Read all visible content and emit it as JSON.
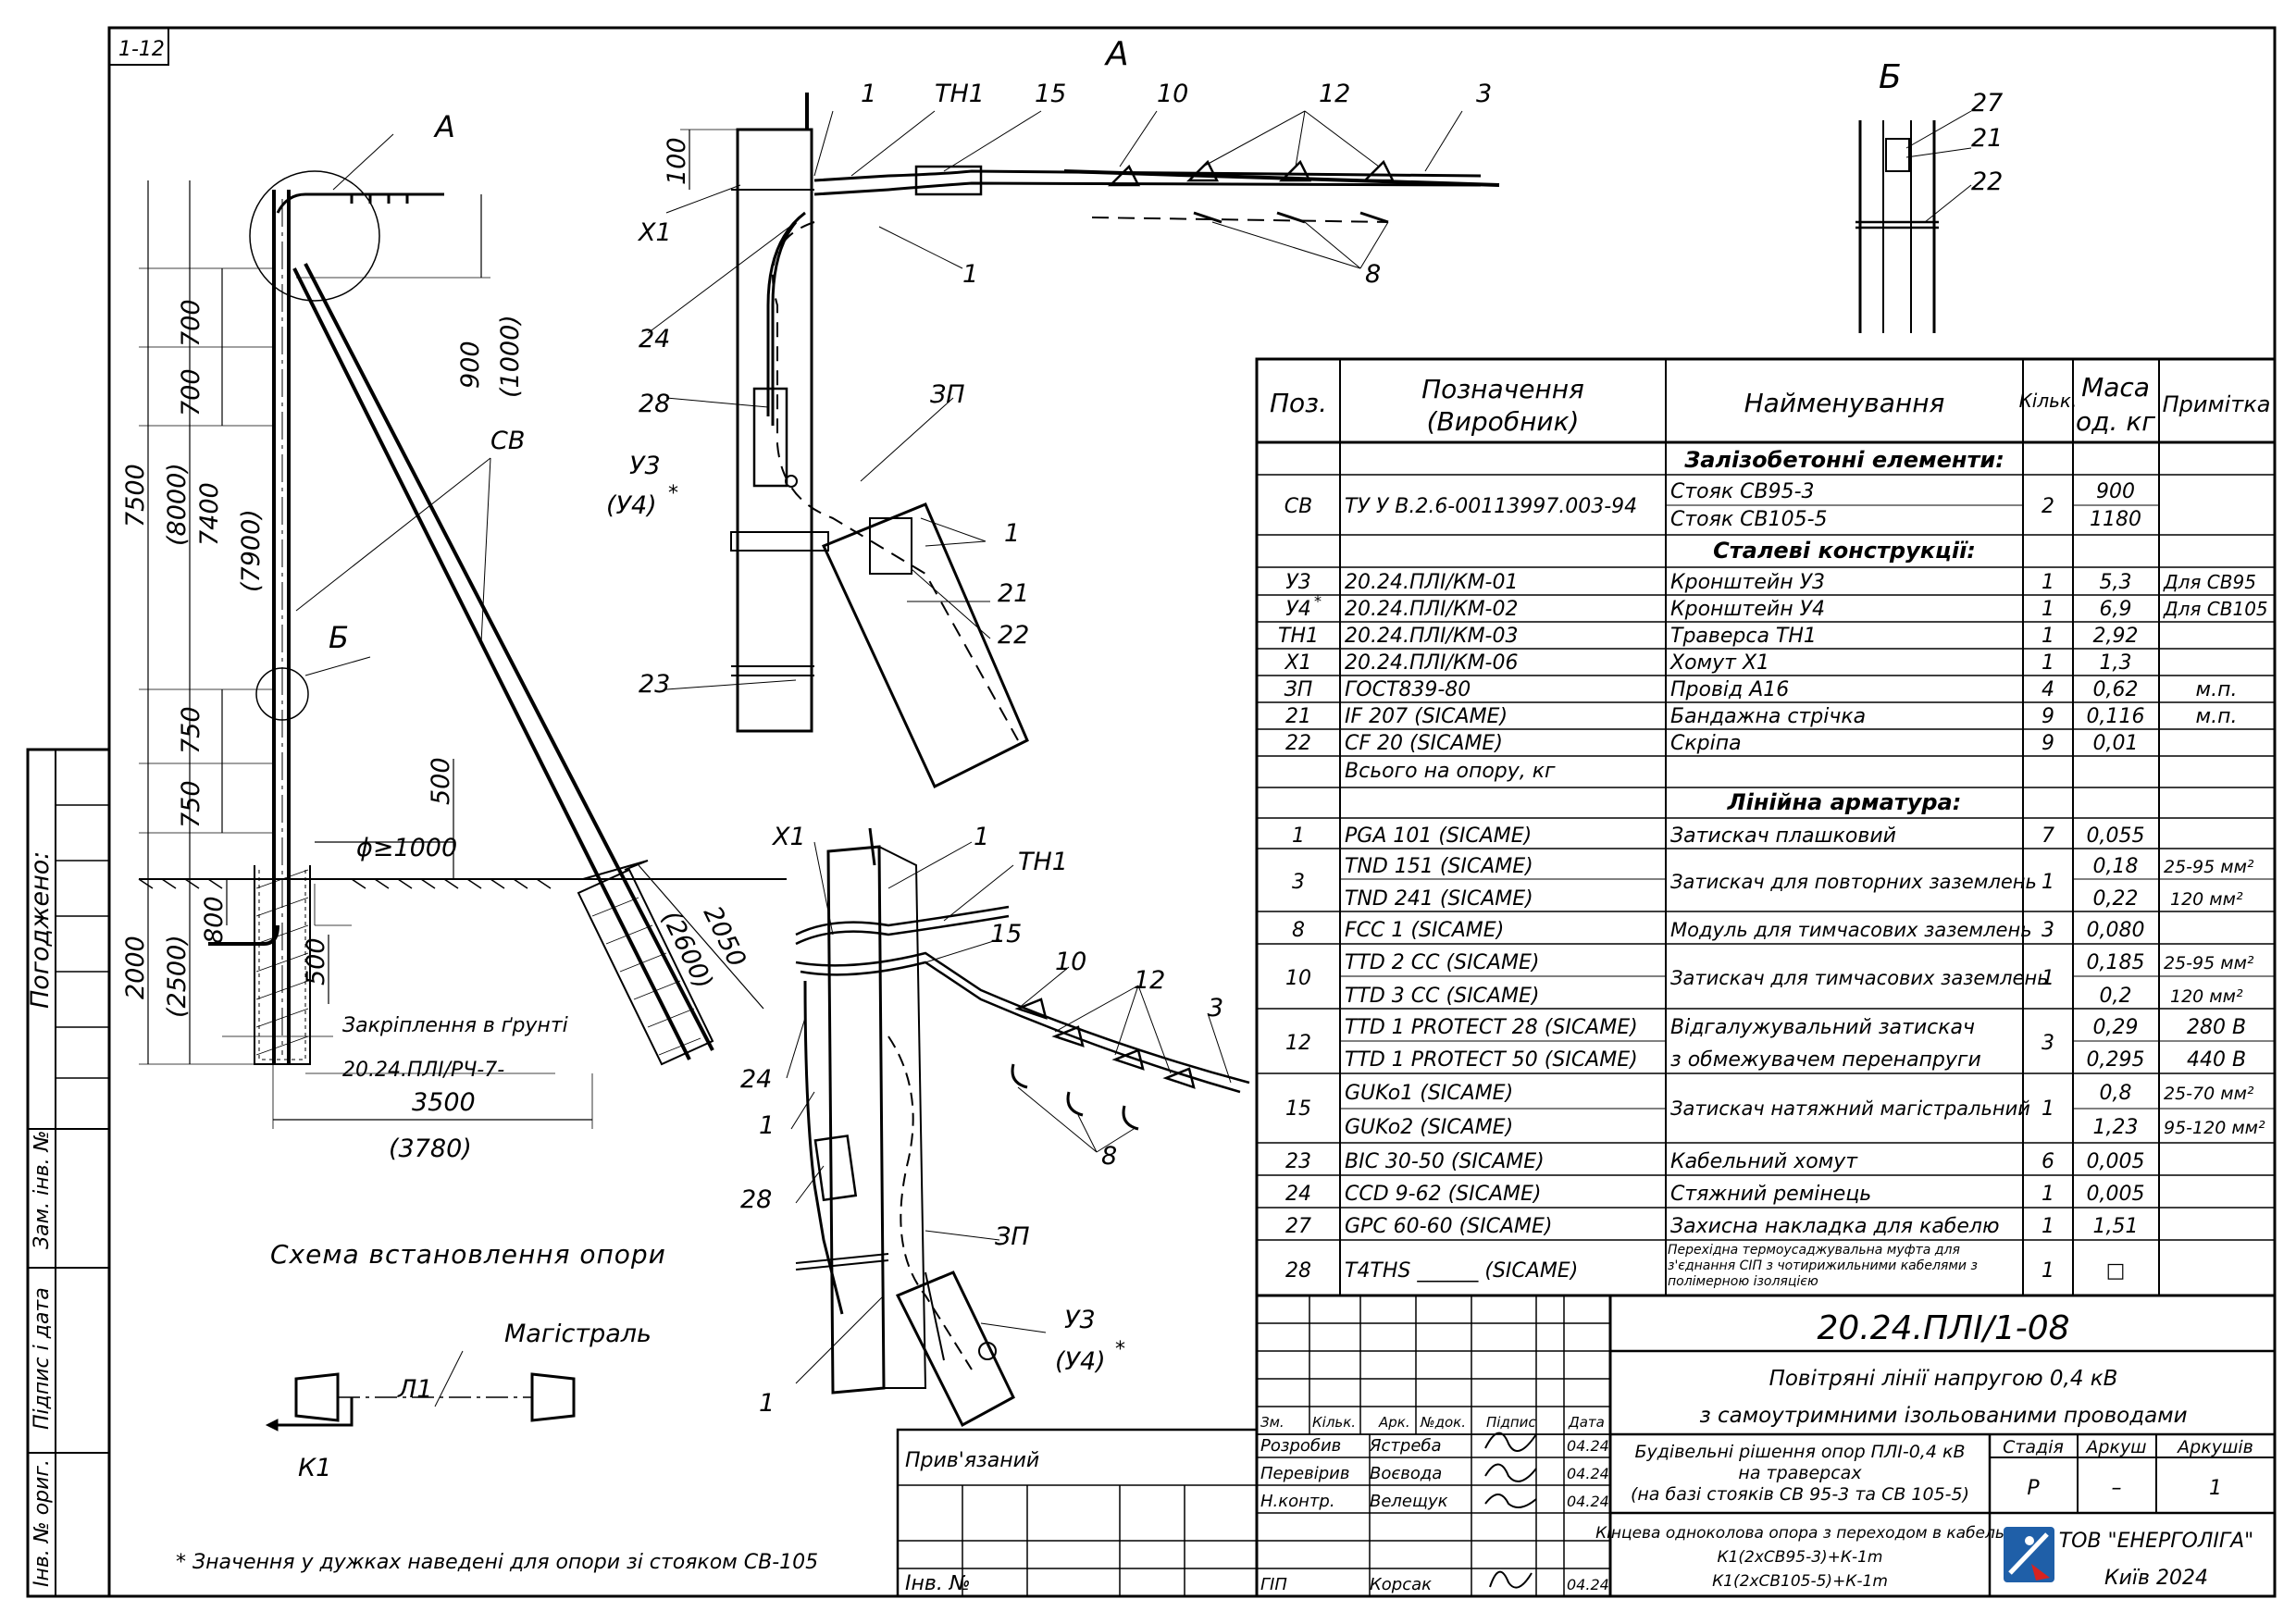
{
  "sheet_number": "1-12",
  "view_titles": {
    "a": "А",
    "b": "Б"
  },
  "scheme": {
    "title": "Схема встановлення опори",
    "label_cv": "СВ",
    "label_a": "А",
    "label_b": "Б",
    "dims": {
      "d7500": "7500",
      "d8000": "(8000)",
      "d7400": "7400",
      "d7900": "(7900)",
      "d700a": "700",
      "d700b": "700",
      "d750a": "750",
      "d750b": "750",
      "d900": "900",
      "d1000": "(1000)",
      "d500a": "500",
      "d500b": "500",
      "phi": "ϕ≥1000",
      "d2000": "2000",
      "d2500": "(2500)",
      "d800": "800",
      "d3500": "3500",
      "d3780": "(3780)",
      "d2050": "2050",
      "d2600": "(2600)",
      "ground_label": "Закріплення в ґрунті",
      "ground_code": "20.24.ПЛІ/РЧ-7-"
    }
  },
  "line_scheme": {
    "title": "Магістраль",
    "l1": "Л1",
    "k1": "К1"
  },
  "footnote": "Значення у дужках наведені для опори зі стояком СВ-105",
  "left_margin": {
    "agreed": "Погоджено:",
    "zam": "Зам. інв. №",
    "sign": "Підпис і дата",
    "inv": "Інв. № ориг."
  },
  "view_a_labels": [
    "1",
    "ТН1",
    "15",
    "10",
    "12",
    "3",
    "100",
    "Х1",
    "1",
    "8",
    "24",
    "28",
    "ЗП",
    "У3",
    "(У4)",
    "1",
    "21",
    "22",
    "23"
  ],
  "view_b_labels": [
    "27",
    "21",
    "22"
  ],
  "view_3d_labels": [
    "Х1",
    "1",
    "ТН1",
    "15",
    "10",
    "12",
    "3",
    "24",
    "1",
    "28",
    "8",
    "ЗП",
    "У3",
    "(У4)",
    "1"
  ],
  "table": {
    "headers": {
      "pos": "Поз.",
      "code": "Позначення\n(Виробник)",
      "name": "Найменування",
      "qty": "Кільк.",
      "mass": "Маса\nод. кг",
      "note": "Примітка"
    },
    "sections": {
      "s1": "Залізобетонні елементи:",
      "s2": "Сталеві конструкції:",
      "s3": "Лінійна арматура:"
    },
    "rows": [
      {
        "pos": "СВ",
        "code": "ТУ У В.2.6-00113997.003-94",
        "name": "Стояк СВ95-3",
        "qty": "2",
        "mass": "900",
        "note": ""
      },
      {
        "pos": "",
        "code": "",
        "name": "Стояк СВ105-5",
        "qty": "",
        "mass": "1180",
        "note": ""
      },
      {
        "pos": "У3",
        "code": "20.24.ПЛІ/КМ-01",
        "name": "Кронштейн У3",
        "qty": "1",
        "mass": "5,3",
        "note": "Для СВ95"
      },
      {
        "pos": "У4",
        "code": "20.24.ПЛІ/КМ-02",
        "name": "Кронштейн У4",
        "qty": "1",
        "mass": "6,9",
        "note": "Для СВ105"
      },
      {
        "pos": "ТН1",
        "code": "20.24.ПЛІ/КМ-03",
        "name": "Траверса ТН1",
        "qty": "1",
        "mass": "2,92",
        "note": ""
      },
      {
        "pos": "Х1",
        "code": "20.24.ПЛІ/КМ-06",
        "name": "Хомут Х1",
        "qty": "1",
        "mass": "1,3",
        "note": ""
      },
      {
        "pos": "ЗП",
        "code": "ГОСТ839-80",
        "name": "Провід А16",
        "qty": "4",
        "mass": "0,62",
        "note": "м.п."
      },
      {
        "pos": "21",
        "code": "IF 207 (SICAME)",
        "name": "Бандажна стрічка",
        "qty": "9",
        "mass": "0,116",
        "note": "м.п."
      },
      {
        "pos": "22",
        "code": "CF 20 (SICAME)",
        "name": "Скріпа",
        "qty": "9",
        "mass": "0,01",
        "note": ""
      },
      {
        "pos": "",
        "code": "Всього на опору, кг",
        "name": "",
        "qty": "",
        "mass": "",
        "note": ""
      },
      {
        "pos": "1",
        "code": "PGA 101 (SICAME)",
        "name": "Затискач плашковий",
        "qty": "7",
        "mass": "0,055",
        "note": ""
      },
      {
        "pos": "3",
        "code": "TND 151 (SICAME)",
        "name": "Затискач для повторних заземлень",
        "qty": "1",
        "mass": "0,18",
        "note": "25-95 мм²"
      },
      {
        "pos": "",
        "code": "TND 241 (SICAME)",
        "name": "",
        "qty": "",
        "mass": "0,22",
        "note": "120 мм²"
      },
      {
        "pos": "8",
        "code": "FCC 1 (SICAME)",
        "name": "Модуль для тимчасових заземлень",
        "qty": "3",
        "mass": "0,080",
        "note": ""
      },
      {
        "pos": "10",
        "code": "TTD 2 CC (SICAME)",
        "name": "Затискач для тимчасових заземлень",
        "qty": "1",
        "mass": "0,185",
        "note": "25-95 мм²"
      },
      {
        "pos": "",
        "code": "TTD 3 CC (SICAME)",
        "name": "",
        "qty": "",
        "mass": "0,2",
        "note": "120 мм²"
      },
      {
        "pos": "12",
        "code": "TTD 1 PROTECT 28 (SICAME)",
        "name": "Відгалужувальний затискач",
        "qty": "3",
        "mass": "0,29",
        "note": "280 В"
      },
      {
        "pos": "",
        "code": "TTD 1 PROTECT 50 (SICAME)",
        "name": "з обмежувачем перенапруги",
        "qty": "",
        "mass": "0,295",
        "note": "440 В"
      },
      {
        "pos": "15",
        "code": "GUKo1 (SICAME)",
        "name": "Затискач натяжний магістральний",
        "qty": "1",
        "mass": "0,8",
        "note": "25-70 мм²"
      },
      {
        "pos": "",
        "code": "GUKo2 (SICAME)",
        "name": "",
        "qty": "",
        "mass": "1,23",
        "note": "95-120 мм²"
      },
      {
        "pos": "23",
        "code": "BIC 30-50 (SICAME)",
        "name": "Кабельний хомут",
        "qty": "6",
        "mass": "0,005",
        "note": ""
      },
      {
        "pos": "24",
        "code": "CCD 9-62 (SICAME)",
        "name": "Стяжний ремінець",
        "qty": "1",
        "mass": "0,005",
        "note": ""
      },
      {
        "pos": "27",
        "code": "GPC 60-60 (SICAME)",
        "name": "Захисна накладка для кабелю",
        "qty": "1",
        "mass": "1,51",
        "note": ""
      },
      {
        "pos": "28",
        "code": "T4THS ______ (SICAME)",
        "name": "Перехідна термоусаджувальна муфта для з'єднання СІП з чотирижильними кабелями з полімерною ізоляцією",
        "qty": "1",
        "mass": "□",
        "note": ""
      }
    ]
  },
  "stamp": {
    "doc_code": "20.24.ПЛІ/1-08",
    "title1": "Повітряні лінії напругою 0,4 кВ",
    "title2": "з самоутримними ізольованими проводами",
    "col_heads": [
      "Зм.",
      "Кільк.",
      "Арк.",
      "№док.",
      "Підпис",
      "Дата"
    ],
    "bound": "Прив'язаний",
    "inv": "Інв. №",
    "roles": [
      {
        "role": "Розробив",
        "name": "Ястреба",
        "date": "04.24"
      },
      {
        "role": "Перевірив",
        "name": "Воєвода",
        "date": "04.24"
      },
      {
        "role": "Н.контр.",
        "name": "Велещук",
        "date": "04.24"
      },
      {
        "role": "ГІП",
        "name": "Корсак",
        "date": "04.24"
      }
    ],
    "desc1": "Будівельні рішення опор ПЛІ-0,4 кВ",
    "desc2": "на траверсах",
    "desc3": "(на базі стояків СВ 95-3 та СВ 105-5)",
    "stage_h": "Стадія",
    "sheet_h": "Аркуш",
    "sheets_h": "Аркушів",
    "stage": "Р",
    "sheet": "–",
    "sheets": "1",
    "desc4": "Кінцева одноколова опора з переходом в кабель",
    "desc5": "К1(2хСВ95-3)+К-1m",
    "desc6": "К1(2хСВ105-5)+К-1m",
    "company": "ТОВ \"ЕНЕРГОЛІГА\"",
    "city": "Київ 2024",
    "brand_color": "#1f5fa8",
    "accent_color": "#d8231f"
  }
}
